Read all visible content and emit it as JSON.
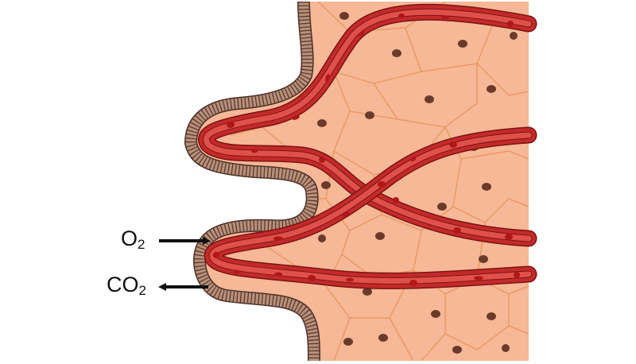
{
  "labels": {
    "o2": {
      "base": "O",
      "sub": "2"
    },
    "co2": {
      "base": "CO",
      "sub": "2"
    }
  },
  "colors": {
    "tissue": "#f6b896",
    "cell_border": "#e8975f",
    "nucleus": "#6b3a2a",
    "wall_fill": "#b8907a",
    "wall_edge": "#4a3028",
    "vessel_wall": "#c42a2a",
    "vessel_lumen": "#e0504a",
    "vessel_edge": "#7a1414",
    "blood_cell": "#b01818",
    "arrow": "#111111"
  }
}
